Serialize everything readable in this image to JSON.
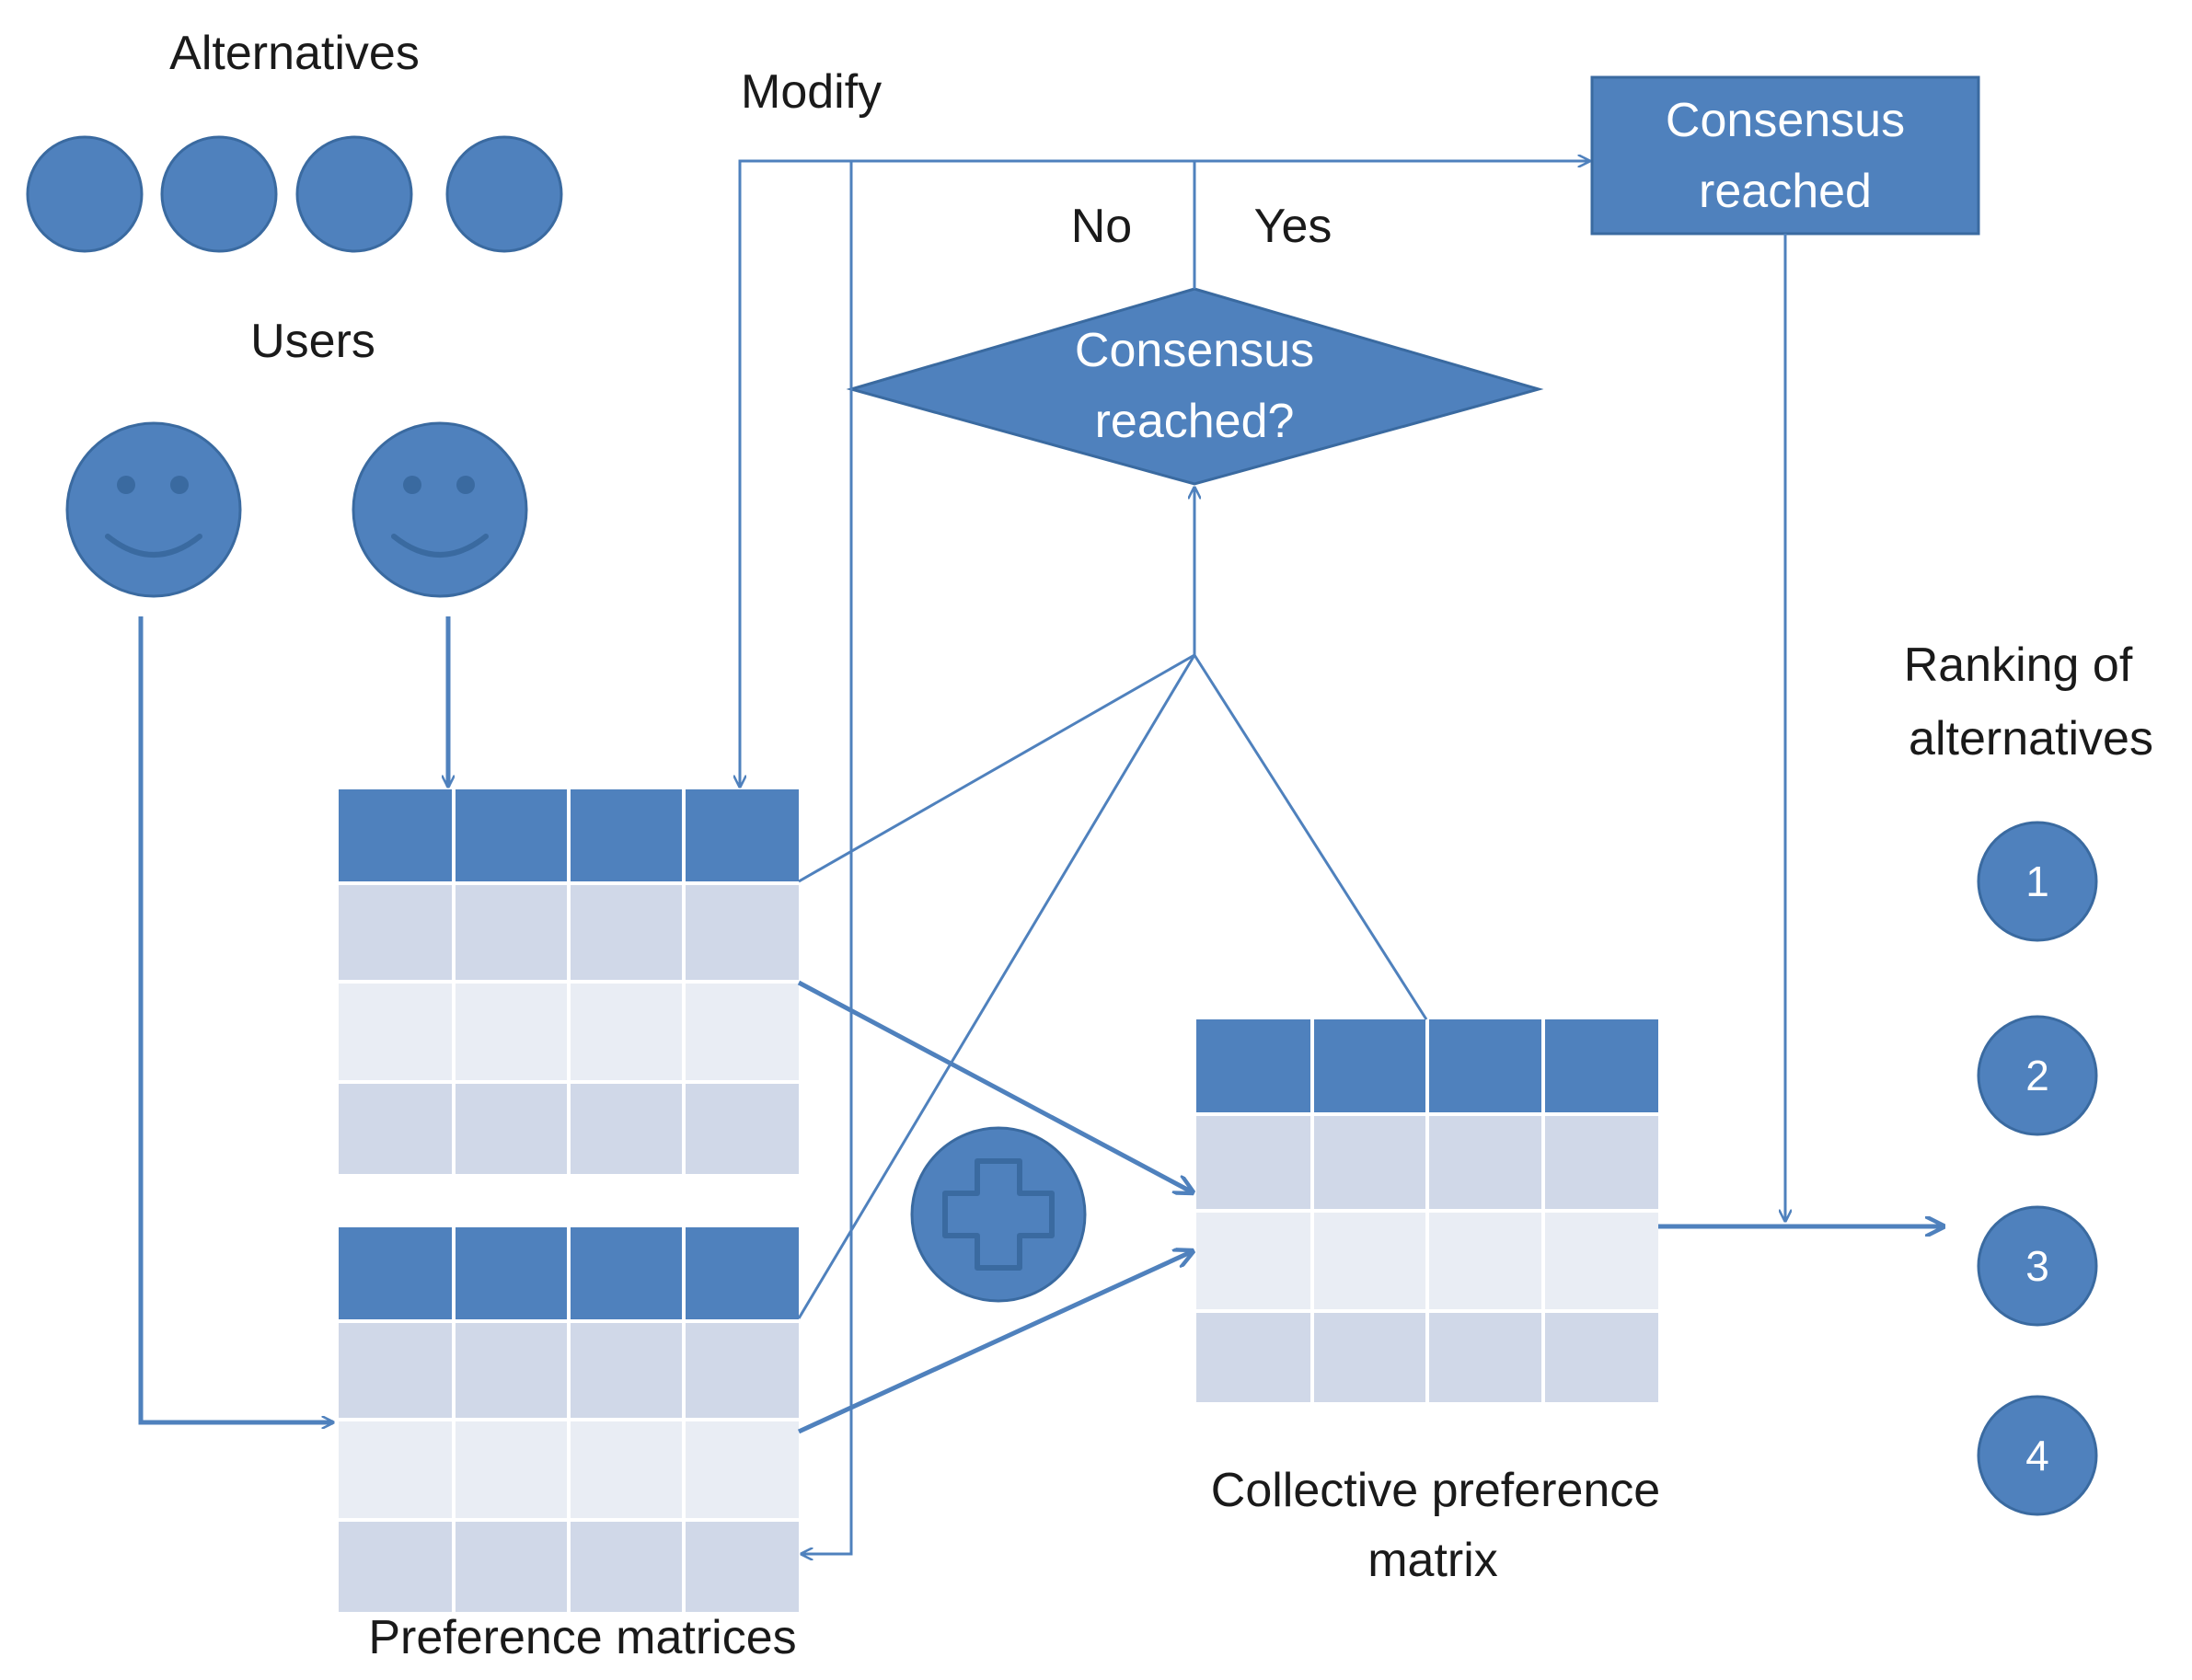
{
  "labels": {
    "alternatives": "Alternatives",
    "users": "Users",
    "modify": "Modify",
    "no": "No",
    "yes": "Yes",
    "preference_matrices": "Preference matrices",
    "collective_line1": "Collective preference",
    "collective_line2": "matrix",
    "ranking_line1": "Ranking of",
    "ranking_line2": "alternatives"
  },
  "decision": {
    "line1": "Consensus",
    "line2": "reached?"
  },
  "result_box": {
    "line1": "Consensus",
    "line2": "reached"
  },
  "ranking_items": [
    "1",
    "2",
    "3",
    "4"
  ],
  "colors": {
    "primary": "#4F81BD",
    "primary_stroke": "#3A6AA0",
    "row_dark": "#D0D8E8",
    "row_light": "#E9EDF4",
    "text": "#1a1a1a"
  }
}
